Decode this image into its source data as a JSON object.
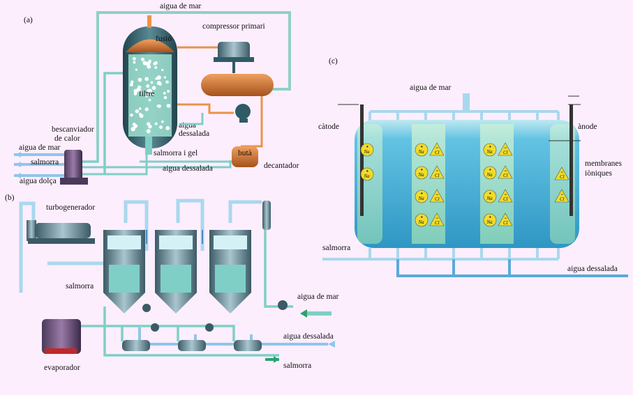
{
  "panel_a": {
    "tag": "(a)",
    "seawater_top": "aigua de mar",
    "fusion": "fusió",
    "compressor": "compressor primari",
    "filter": "filtre",
    "desal_1": "aigua",
    "desal_2": "dessalada",
    "heat_exch_1": "bescanviador",
    "heat_exch_2": "de calor",
    "seawater_left": "aigua de mar",
    "brine": "salmorra",
    "fresh": "aigua dolça",
    "brine_ice": "salmorra i gel",
    "butane": "butà",
    "decanter": "decantador",
    "desal_bottom": "aigua dessalada"
  },
  "panel_b": {
    "tag": "(b)",
    "turbogen": "turbogenerador",
    "brine_left": "salmorra",
    "evaporator": "evaporador",
    "seawater": "aigua de mar",
    "desal": "aigua dessalada",
    "brine_out": "salmorra"
  },
  "panel_c": {
    "tag": "(c)",
    "seawater": "aigua de mar",
    "cathode": "càtode",
    "anode": "ànode",
    "membranes_1": "membranes",
    "membranes_2": "iòniques",
    "brine": "salmorra",
    "desal": "aigua dessalada",
    "cation": "Na",
    "anion": "Cl",
    "plus": "+",
    "minus": "−"
  },
  "colors": {
    "background": "#fdeefd",
    "pipe_teal": "#7fcfc6",
    "pipe_blue": "#8fc6ea",
    "pipe_orange": "#e8934a",
    "vessel_dark": "#2f5b66",
    "tank_blue": "#55b6db",
    "cation_fill": "#f0dc2a",
    "anion_fill": "#f0dc2a"
  }
}
